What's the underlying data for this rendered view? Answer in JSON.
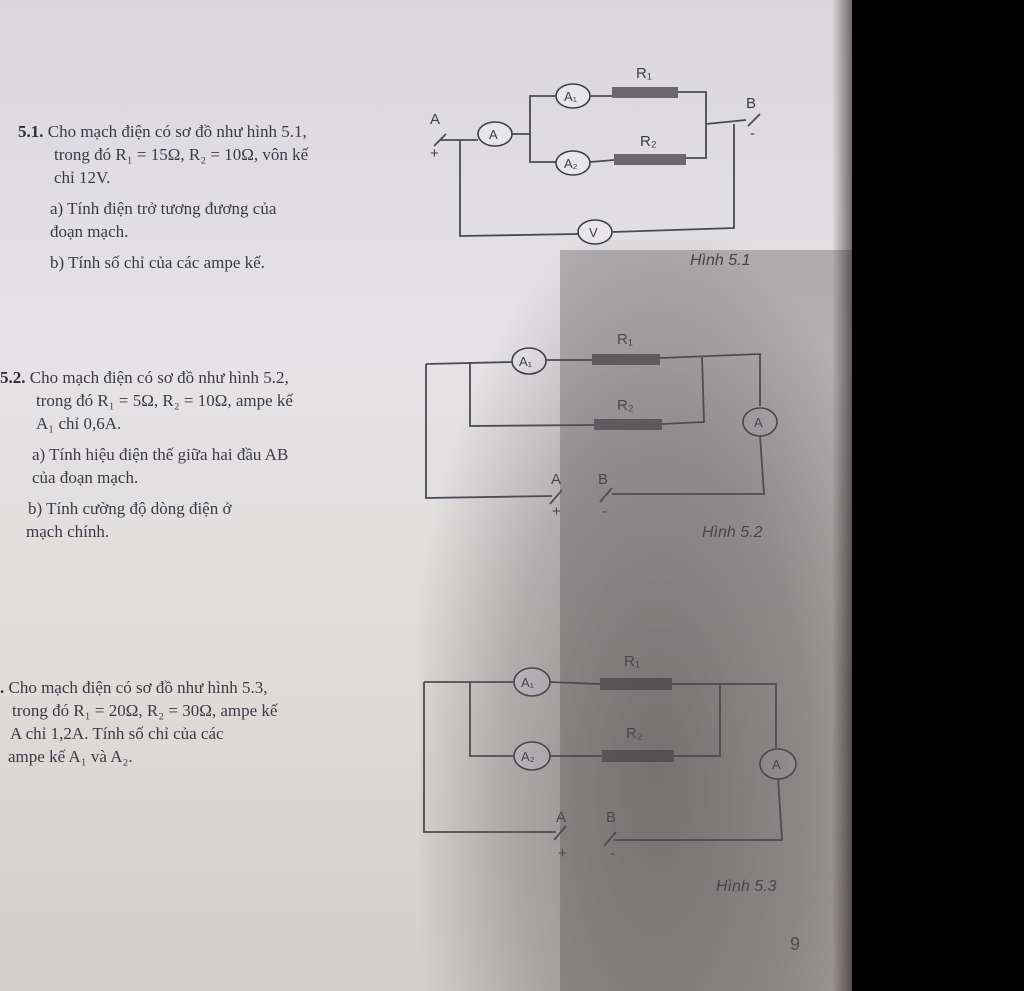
{
  "problems": [
    {
      "number": "5.1.",
      "statement": [
        "Cho mạch điện có sơ đồ như hình 5.1,",
        "trong đó R₁ = 15Ω, R₂ = 10Ω, vôn kế",
        "chỉ 12V."
      ],
      "parts": [
        [
          "a) Tính điện trở tương đương của",
          "đoạn mạch."
        ],
        [
          "b) Tính số chỉ của các ampe kế."
        ]
      ]
    },
    {
      "number": "5.2.",
      "statement": [
        "Cho mạch điện có sơ đồ như hình 5.2,",
        "trong đó R₁ = 5Ω, R₂ = 10Ω, ampe kế",
        "A₁ chỉ 0,6A."
      ],
      "parts": [
        [
          "a) Tính hiệu điện thế giữa hai đầu AB",
          "của đoạn mạch."
        ],
        [
          "b) Tính cường độ dòng điện ở",
          "mạch chính."
        ]
      ]
    },
    {
      "number": ".",
      "statement": [
        "Cho mạch điện có sơ đồ như hình 5.3,",
        "trong đó R₁ = 20Ω, R₂ = 30Ω, ampe kế",
        "A chỉ 1,2A. Tính số chỉ của các",
        "ampe kế A₁ và A₂."
      ]
    }
  ],
  "figures": [
    {
      "caption": "Hình 5.1",
      "resistors": [
        "R₁",
        "R₂"
      ],
      "meters": [
        "A₁",
        "A₂",
        "A",
        "V"
      ],
      "terminals": [
        "A",
        "B"
      ],
      "polarity": [
        "+",
        "-"
      ]
    },
    {
      "caption": "Hình 5.2",
      "resistors": [
        "R₁",
        "R₂"
      ],
      "meters": [
        "A₁",
        "A"
      ],
      "terminals": [
        "A",
        "B"
      ],
      "polarity": [
        "+",
        "-"
      ]
    },
    {
      "caption": "Hình 5.3",
      "resistors": [
        "R₁",
        "R₂"
      ],
      "meters": [
        "A₁",
        "A₂",
        "A"
      ],
      "terminals": [
        "A",
        "B"
      ],
      "polarity": [
        "+",
        "-"
      ]
    }
  ],
  "page_number": "9"
}
